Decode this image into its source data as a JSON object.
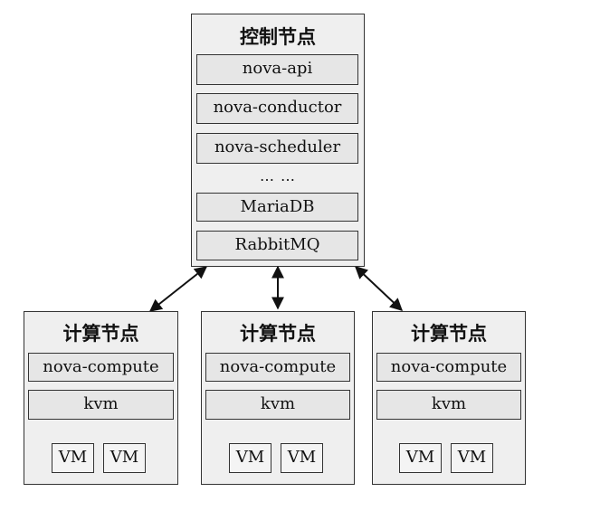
{
  "control_node": {
    "title": "控制节点",
    "services": [
      "nova-api",
      "nova-conductor",
      "nova-scheduler"
    ],
    "ellipsis": "…  …",
    "storage": [
      "MariaDB",
      "RabbitMQ"
    ]
  },
  "compute_nodes": [
    {
      "title": "计算节点",
      "service": "nova-compute",
      "hypervisor": "kvm",
      "vms": [
        "VM",
        "VM"
      ]
    },
    {
      "title": "计算节点",
      "service": "nova-compute",
      "hypervisor": "kvm",
      "vms": [
        "VM",
        "VM"
      ]
    },
    {
      "title": "计算节点",
      "service": "nova-compute",
      "hypervisor": "kvm",
      "vms": [
        "VM",
        "VM"
      ]
    }
  ]
}
